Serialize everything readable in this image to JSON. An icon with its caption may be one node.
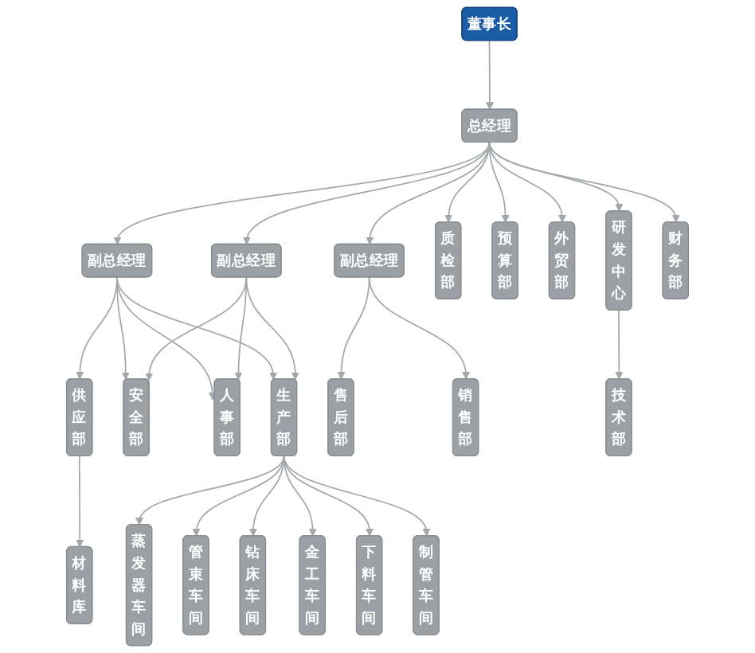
{
  "diagram": {
    "nodes": [
      {
        "text": [
          "董事长"
        ]
      },
      {
        "text": [
          "总经理"
        ]
      },
      {
        "text": [
          "副总经理"
        ]
      },
      {
        "text": [
          "副总经理"
        ]
      },
      {
        "text": [
          "副总经理"
        ]
      },
      {
        "text": [
          "质检部"
        ]
      },
      {
        "text": [
          "供应部"
        ]
      },
      {
        "text": [
          "安全部"
        ]
      },
      {
        "text": [
          "人事部"
        ]
      },
      {
        "text": [
          "生产部"
        ]
      },
      {
        "text": [
          "售后部"
        ]
      },
      {
        "text": [
          "销售部"
        ]
      },
      {
        "text": [
          "预算部"
        ]
      },
      {
        "text": [
          "外贸部"
        ]
      },
      {
        "text": [
          "研发中心"
        ]
      },
      {
        "text": [
          "财务部"
        ]
      },
      {
        "text": [
          "材料库"
        ]
      },
      {
        "text": [
          "蒸发器车间"
        ]
      },
      {
        "text": [
          "管束车间"
        ]
      },
      {
        "text": [
          "钻床车间"
        ]
      },
      {
        "text": [
          "金工车间"
        ]
      },
      {
        "text": [
          "下料车间"
        ]
      },
      {
        "text": [
          "制管车间"
        ]
      },
      {
        "text": [
          "技术部"
        ]
      }
    ],
    "edges": [
      {
        "from": 0,
        "to": 1,
        "arrow": "to"
      },
      {
        "from": 1,
        "to": 5,
        "arrow": "to"
      },
      {
        "from": 1,
        "to": 2,
        "arrow": "to"
      },
      {
        "from": 1,
        "to": 3,
        "arrow": "to"
      },
      {
        "from": 1,
        "to": 4,
        "arrow": "to"
      },
      {
        "from": 1,
        "to": 12,
        "arrow": "to"
      },
      {
        "from": 1,
        "to": 13,
        "arrow": "to"
      },
      {
        "from": 1,
        "to": 14,
        "arrow": "to"
      },
      {
        "from": 1,
        "to": 15,
        "arrow": "to"
      },
      {
        "from": 2,
        "to": 6,
        "arrow": "to"
      },
      {
        "from": 2,
        "to": 7,
        "arrow": "to"
      },
      {
        "from": 2,
        "to": 8,
        "arrow": "to"
      },
      {
        "from": 2,
        "to": 9,
        "arrow": "to"
      },
      {
        "from": 3,
        "to": 7,
        "arrow": "to"
      },
      {
        "from": 3,
        "to": 8,
        "arrow": "to"
      },
      {
        "from": 3,
        "to": 9,
        "arrow": "to"
      },
      {
        "from": 4,
        "to": 10,
        "arrow": "to"
      },
      {
        "from": 4,
        "to": 11,
        "arrow": "to"
      },
      {
        "from": 6,
        "to": 16,
        "arrow": "to"
      },
      {
        "from": 9,
        "to": 17,
        "arrow": "to"
      },
      {
        "from": 9,
        "to": 18,
        "arrow": "to"
      },
      {
        "from": 9,
        "to": 19,
        "arrow": "to"
      },
      {
        "from": 9,
        "to": 20,
        "arrow": "to"
      },
      {
        "from": 9,
        "to": 21,
        "arrow": "to"
      },
      {
        "from": 9,
        "to": 22,
        "arrow": "to"
      },
      {
        "from": 14,
        "to": 23,
        "arrow": "to"
      }
    ]
  }
}
